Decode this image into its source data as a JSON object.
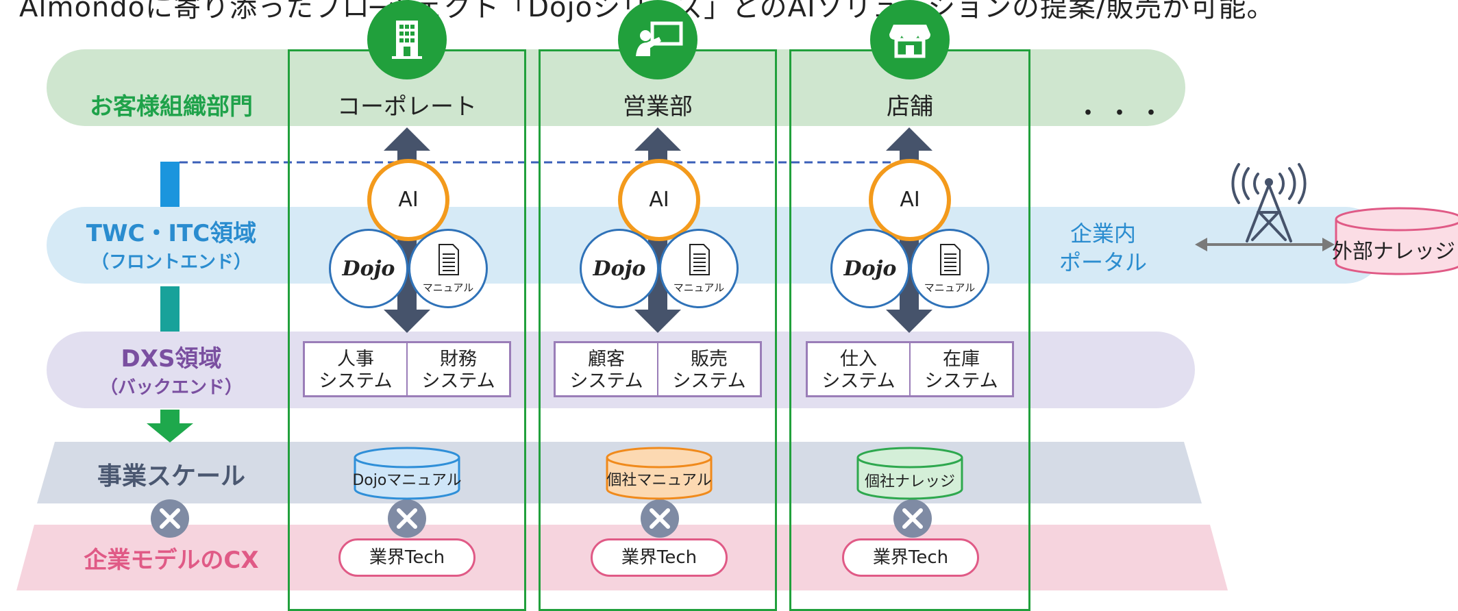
{
  "header": {
    "text": "Almondoに寄り添ったプロ─ジェクト「Dojoシリーズ」とのAIソリューションの提案/販売が可能。"
  },
  "rows": {
    "customer": "お客様組織部門",
    "twc": {
      "main": "TWC・ITC領域",
      "sub": "（フロントエンド）"
    },
    "dxs": {
      "main": "DXS領域",
      "sub": "（バックエンド）"
    },
    "scale": "事業スケール",
    "cx": "企業モデルのCX"
  },
  "columns": [
    {
      "dept": "コーポレート",
      "icon": "building-icon",
      "ai": "AI",
      "dojo": "Dojo",
      "manual": "マニュアル",
      "systems": [
        "人事\nシステム",
        "財務\nシステム"
      ],
      "db": "Dojoマニュアル",
      "tech": "業界Tech"
    },
    {
      "dept": "営業部",
      "icon": "presentation-icon",
      "ai": "AI",
      "dojo": "Dojo",
      "manual": "マニュアル",
      "systems": [
        "顧客\nシステム",
        "販売\nシステム"
      ],
      "db": "個社マニュアル",
      "tech": "業界Tech"
    },
    {
      "dept": "店舗",
      "icon": "store-icon",
      "ai": "AI",
      "dojo": "Dojo",
      "manual": "マニュアル",
      "systems": [
        "仕入\nシステム",
        "在庫\nシステム"
      ],
      "db": "個社ナレッジ",
      "tech": "業界Tech"
    }
  ],
  "more": "・・・",
  "portal": "企業内\nポータル",
  "external": "外部ナレッジ",
  "colors": {
    "green": "#21a03c",
    "orange": "#f39a1c",
    "blue": "#2f72b8",
    "navy": "#4a5770",
    "pink": "#e05a86",
    "purple": "#9a7db8"
  }
}
